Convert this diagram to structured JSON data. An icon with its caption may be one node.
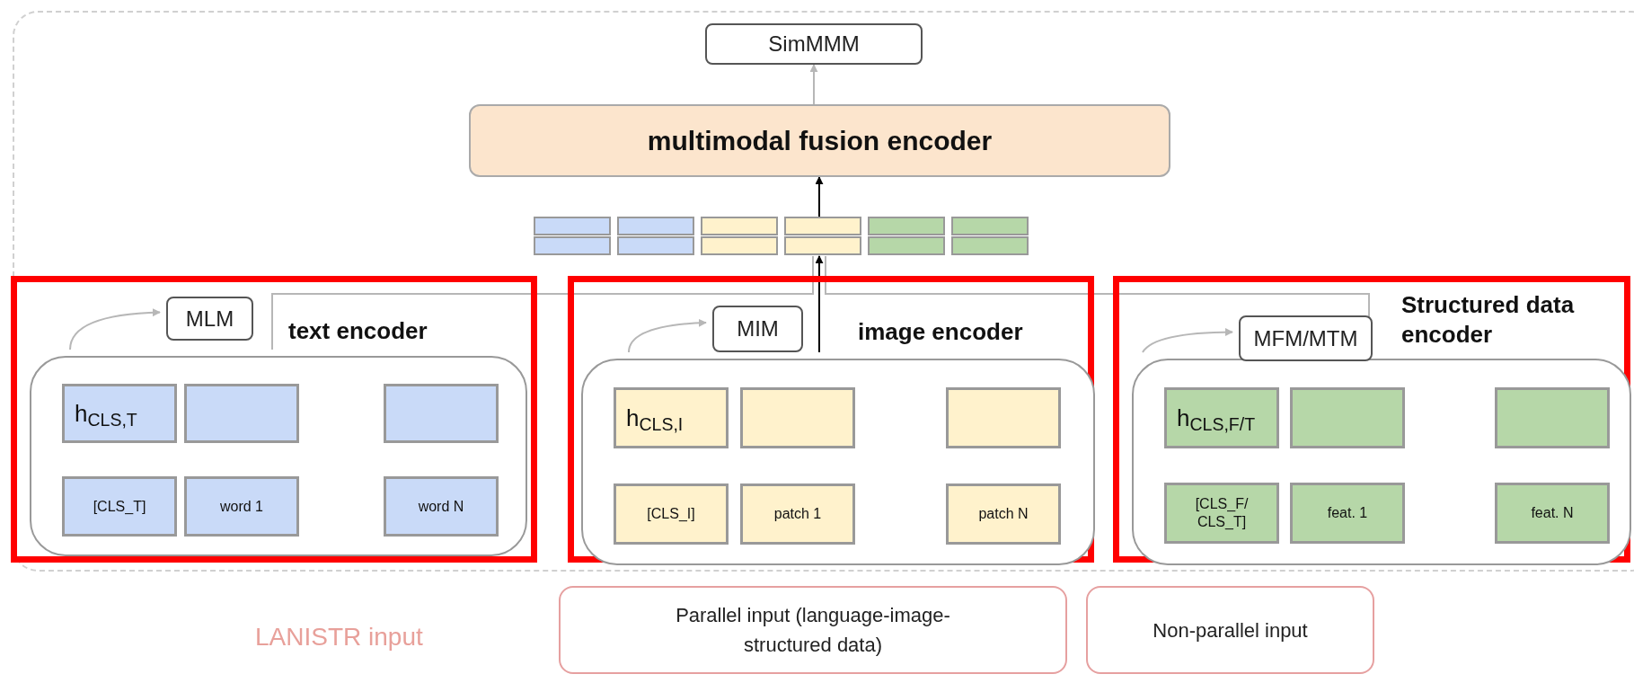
{
  "diagram": {
    "nodes": [
      {
        "text": [
          "SimMMM"
        ]
      },
      {
        "text": [
          "multimodal fusion encoder"
        ]
      },
      {
        "text": [],
        "shape": "bar"
      },
      {
        "text": [],
        "shape": "box"
      },
      {
        "text": [
          "text encoder"
        ],
        "in": 3
      },
      {
        "text": [
          "MLM"
        ],
        "in": 3
      },
      {
        "text": [
          "h$_{CLS,T}$"
        ],
        "in": 4
      },
      {
        "text": [],
        "shape": "box",
        "in": 4
      },
      {
        "text": [],
        "shape": "box",
        "in": 4
      },
      {
        "text": [
          "[CLS_T]"
        ],
        "in": 4
      },
      {
        "text": [
          "word 1"
        ],
        "in": 4
      },
      {
        "text": [
          "word N"
        ],
        "in": 4
      },
      {
        "text": [],
        "shape": "box"
      },
      {
        "text": [
          "image encoder"
        ],
        "in": 12
      },
      {
        "text": [
          "MIM"
        ],
        "in": 12
      },
      {
        "text": [
          "h$_{CLS,I}$"
        ],
        "in": 13
      },
      {
        "text": [],
        "shape": "box",
        "in": 13
      },
      {
        "text": [],
        "shape": "box",
        "in": 13
      },
      {
        "text": [
          "[CLS_I]"
        ],
        "in": 13
      },
      {
        "text": [
          "patch 1"
        ],
        "in": 13
      },
      {
        "text": [
          "patch N"
        ],
        "in": 13
      },
      {
        "text": [],
        "shape": "box"
      },
      {
        "text": [
          "Structured data encoder"
        ],
        "in": 21
      },
      {
        "text": [
          "MFM/MTM"
        ],
        "in": 21
      },
      {
        "text": [
          "h$_{CLS,F/T}$"
        ],
        "in": 22
      },
      {
        "text": [],
        "shape": "box",
        "in": 22
      },
      {
        "text": [],
        "shape": "box",
        "in": 22
      },
      {
        "text": [
          "[CLS_F/ CLS_T]"
        ],
        "in": 22
      },
      {
        "text": [
          "feat. 1"
        ],
        "in": 22
      },
      {
        "text": [
          "feat. N"
        ],
        "in": 22
      },
      {
        "text": [
          "Parallel input (language-image-structured data)"
        ]
      },
      {
        "text": [
          "Non-parallel input"
        ]
      }
    ],
    "edges": [
      {
        "from": 1,
        "to": 0,
        "arrow": "to"
      },
      {
        "from": 2,
        "to": 1,
        "arrow": "to",
        "color": "#000000"
      },
      {
        "from": 13,
        "to": 2,
        "arrow": "to",
        "color": "#000000"
      },
      {
        "from": 4,
        "to": 5,
        "arrow": "to"
      },
      {
        "from": 13,
        "to": 14,
        "arrow": "to"
      },
      {
        "from": 22,
        "to": 23,
        "arrow": "to"
      },
      {
        "from": 4,
        "to": 2,
        "arrow": "none"
      },
      {
        "from": 22,
        "to": 2,
        "arrow": "none"
      }
    ],
    "labels": [
      "LANISTR input"
    ]
  }
}
